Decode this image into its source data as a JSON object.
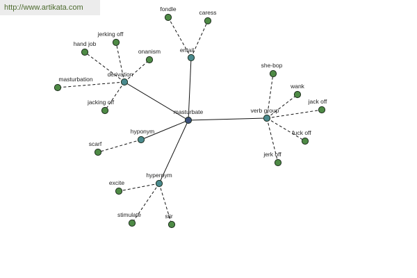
{
  "watermark": "http://www.artikata.com",
  "colors": {
    "center": "#3b4f7a",
    "relation": "#4a8a8e",
    "leaf": "#4e8a45",
    "node_outline": "#1e2e1e",
    "edge": "#111111",
    "watermark_text": "#4d6b2f"
  },
  "graph": {
    "center": {
      "id": "masturbate",
      "label": "masturbate"
    },
    "relations": [
      {
        "id": "entail",
        "label": "entail",
        "leaves": [
          "fondle",
          "caress"
        ]
      },
      {
        "id": "derivation",
        "label": "derivation",
        "leaves": [
          "hand job",
          "jerking off",
          "onanism",
          "masturbation",
          "jacking off"
        ]
      },
      {
        "id": "verb-group",
        "label": "verb group",
        "leaves": [
          "she-bop",
          "wank",
          "jack off",
          "fuck off",
          "jerk off"
        ]
      },
      {
        "id": "hyponym",
        "label": "hyponym",
        "leaves": [
          "scarf"
        ]
      },
      {
        "id": "hypernym",
        "label": "hypernym",
        "leaves": [
          "excite",
          "stimulate",
          "stir"
        ]
      }
    ]
  }
}
